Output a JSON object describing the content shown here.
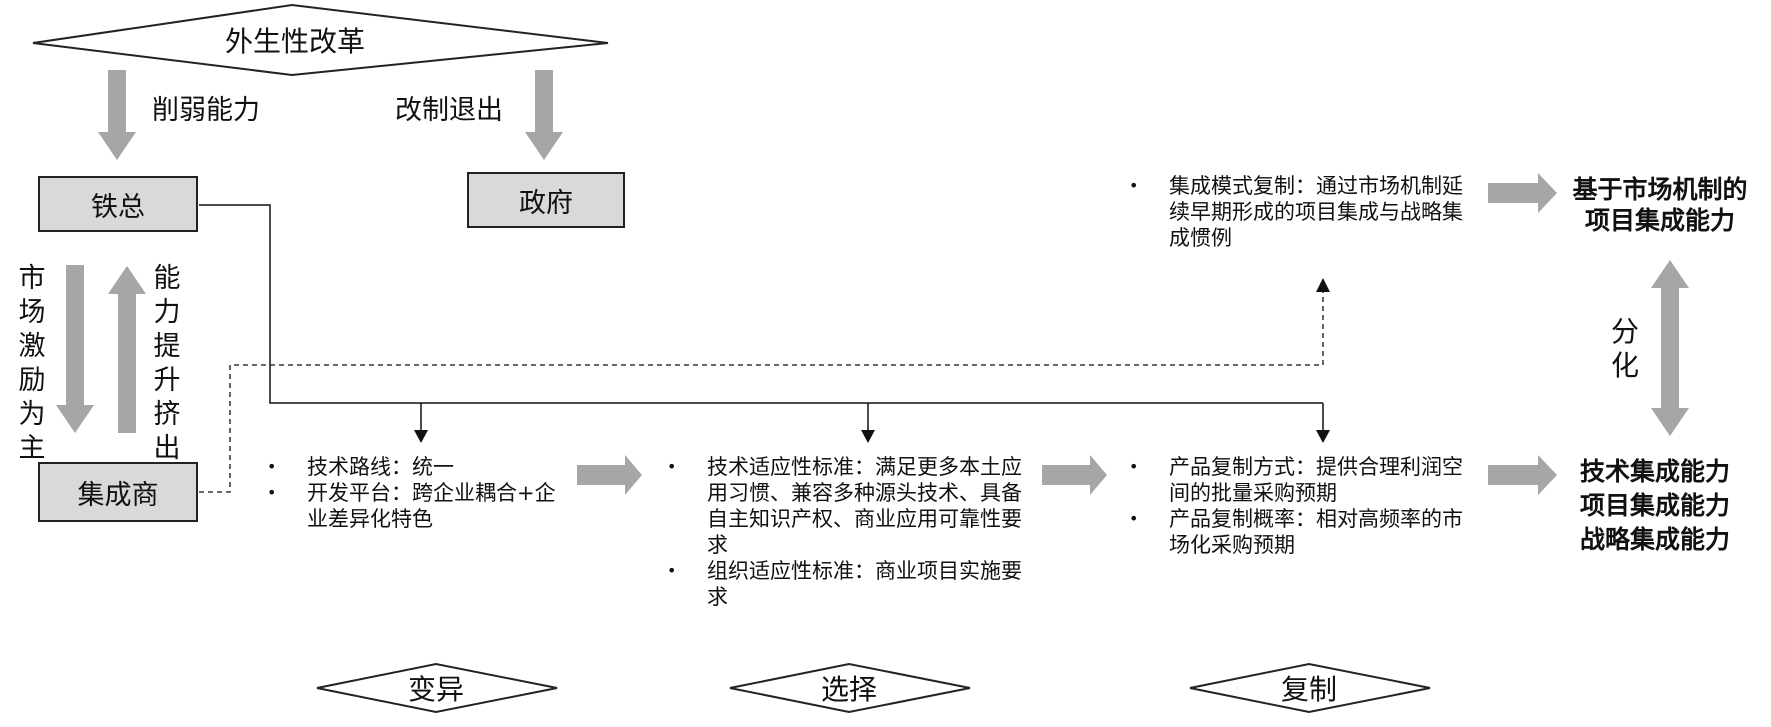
{
  "top_diamond": "外生性改革",
  "arrow_weaken": "削弱能力",
  "arrow_restructure": "改制退出",
  "box_railway": "铁总",
  "box_government": "政府",
  "box_integrator": "集成商",
  "vert_market": "市场激励为主",
  "vert_capability": "能力提升挤出",
  "variation_items": [
    "技术路线：统一",
    "开发平台：跨企业耦合+企业差异化特色"
  ],
  "selection_items": [
    "技术适应性标准：满足更多本土应用习惯、兼容多种源头技术、具备自主知识产权、商业应用可靠性要求",
    "组织适应性标准：商业项目实施要求"
  ],
  "replication_items": [
    "产品复制方式：提供合理利润空间的批量采购预期",
    "产品复制概率：相对高频率的市场化采购预期"
  ],
  "top_right_item": "集成模式复制：通过市场机制延续早期形成的项目集成与战略集成惯例",
  "result_market": [
    "基于市场机制的",
    "项目集成能力"
  ],
  "differentiation": "分化",
  "result_capabilities": [
    "技术集成能力",
    "项目集成能力",
    "战略集成能力"
  ],
  "bottom_labels": [
    "变异",
    "选择",
    "复制"
  ],
  "colors": {
    "arrow_fill": "#a6a6a6",
    "box_fill": "#d9d9d9",
    "line": "#111111"
  }
}
